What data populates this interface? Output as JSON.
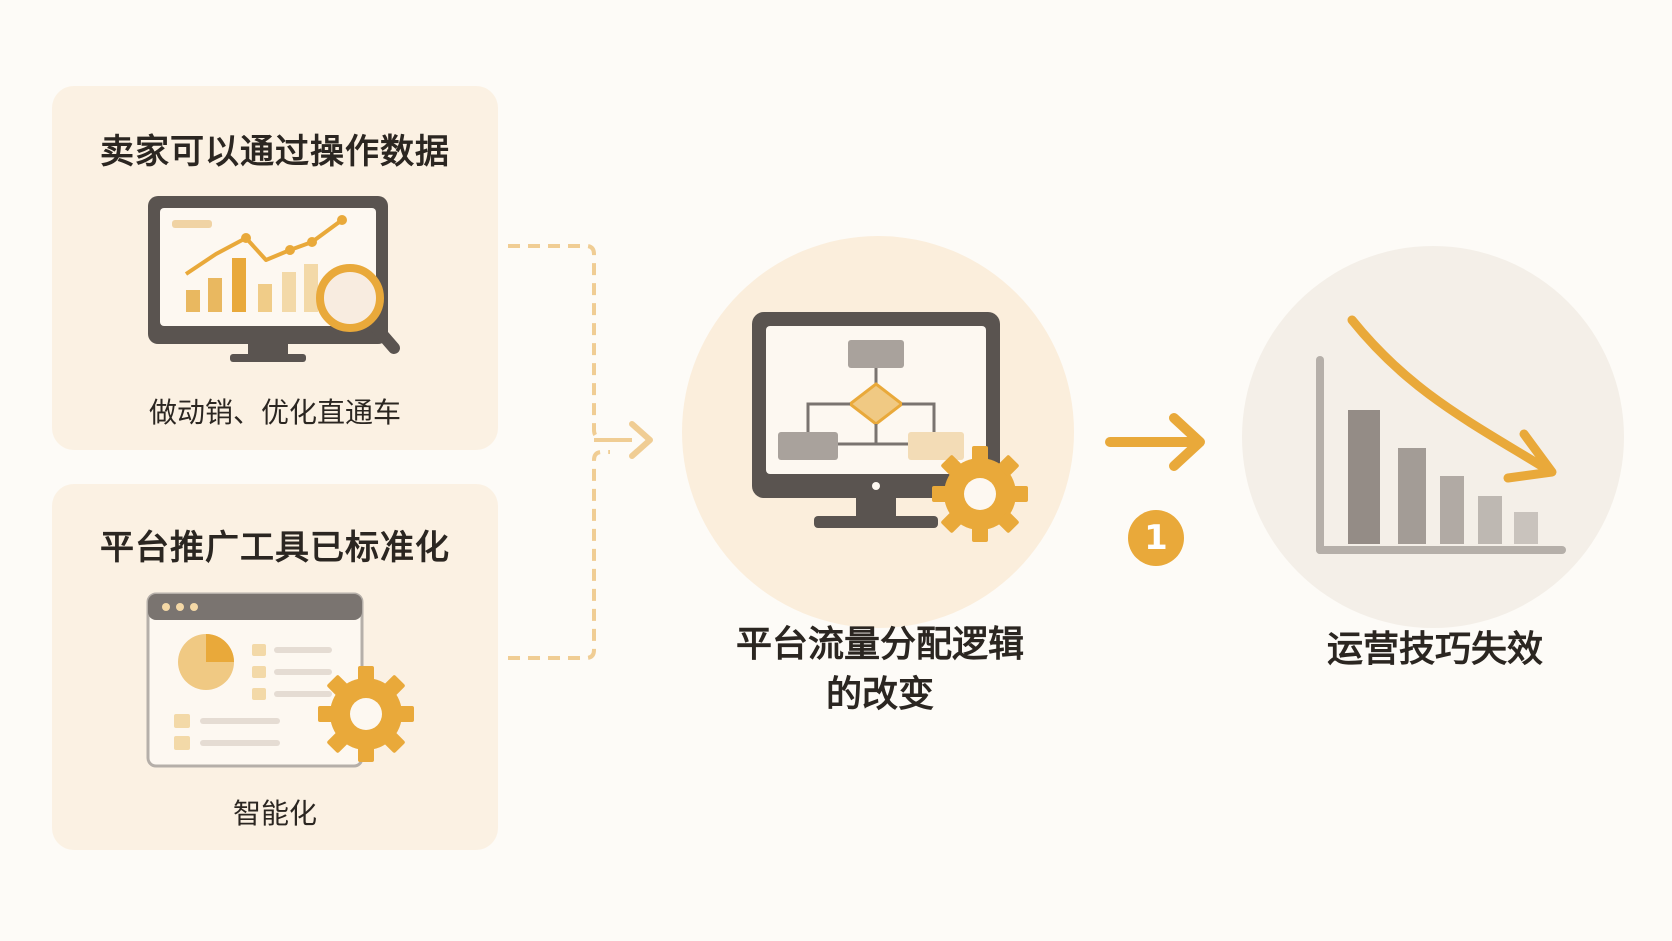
{
  "diagram": {
    "cause_top": {
      "title": "卖家可以通过操作数据",
      "caption": "做动销、优化直通车"
    },
    "cause_bottom": {
      "title": "平台推广工具已标准化",
      "caption": "智能化"
    },
    "center_node": {
      "label_line1": "平台流量分配逻辑",
      "label_line2": "的改变"
    },
    "step_badge": "1",
    "result_node": {
      "label": "运营技巧失效"
    },
    "icons": {
      "top_card": "monitor-chart-magnifier-icon",
      "bottom_card": "dashboard-gear-icon",
      "center": "monitor-flowchart-gear-icon",
      "result": "declining-bar-chart-icon"
    },
    "colors": {
      "accent": "#e9a93a",
      "card_bg": "#fbf1e3",
      "dark_gray": "#5a5450",
      "muted_gray": "#a9a29c"
    }
  }
}
